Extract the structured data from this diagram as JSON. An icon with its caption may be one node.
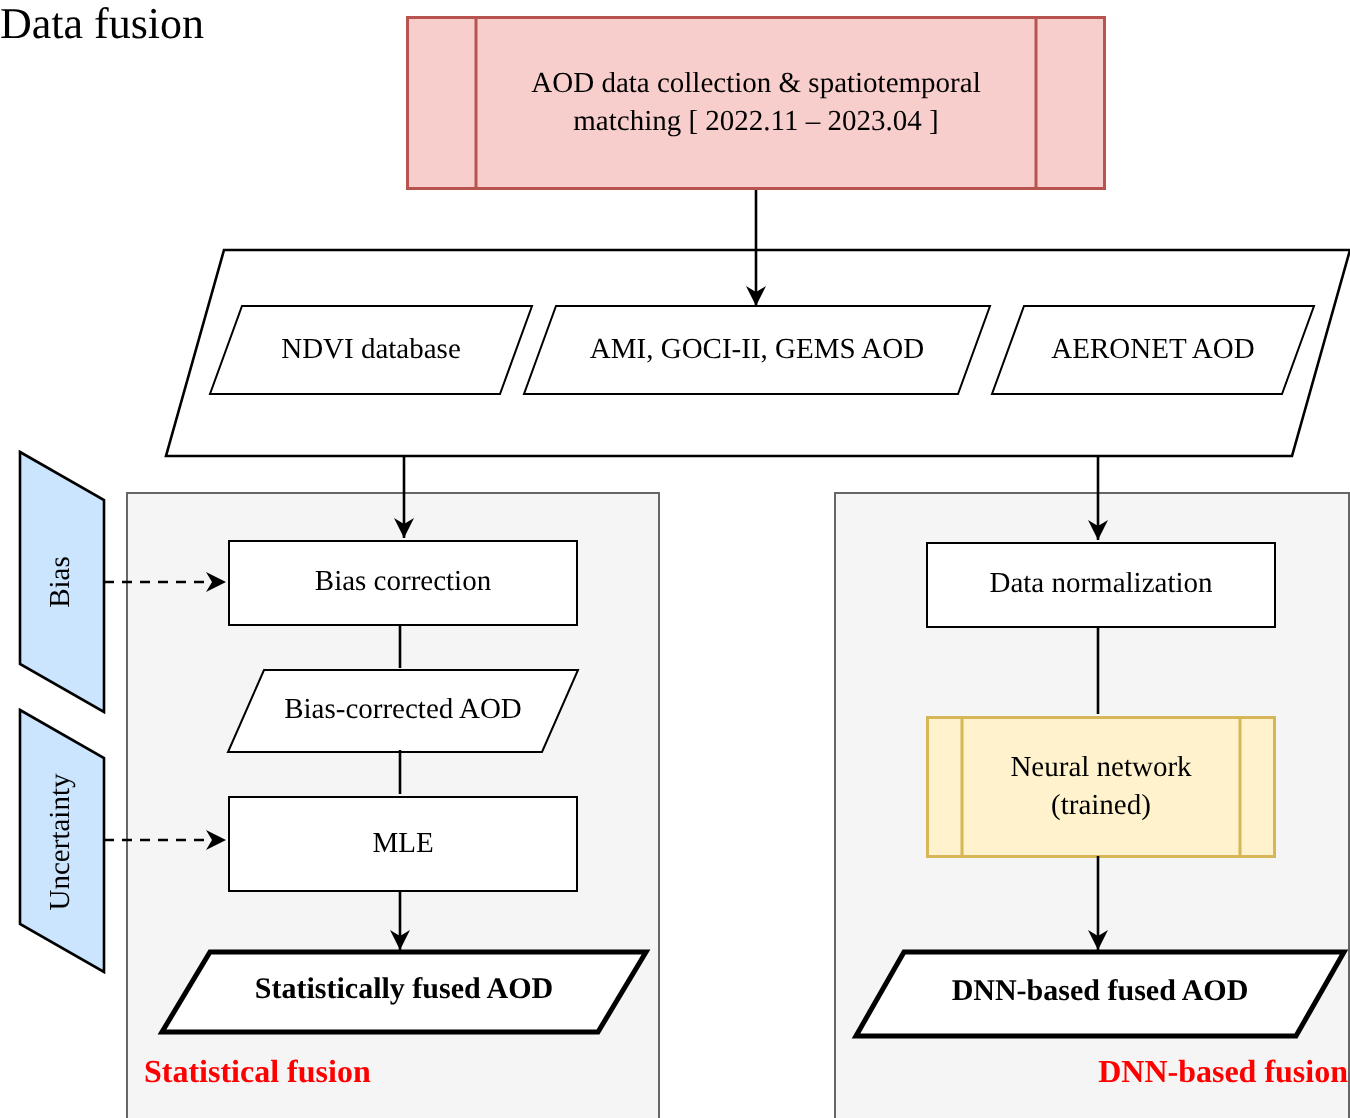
{
  "diagram": {
    "title": "Data fusion",
    "nodes": [
      {
        "text": [
          "AOD data collection & spatiotemporal matching [ 2022.11 – 2023.04 ]"
        ]
      },
      {
        "text": [],
        "shape": "parallelogram"
      },
      {
        "text": [
          "NDVI database"
        ],
        "in": 1
      },
      {
        "text": [
          "AMI, GOCI-II, GEMS AOD"
        ],
        "in": 1
      },
      {
        "text": [
          "AERONET AOD"
        ],
        "in": 1
      },
      {
        "text": [
          "Statistical fusion"
        ]
      },
      {
        "text": [
          "Bias correction"
        ],
        "in": 5
      },
      {
        "text": [
          "Bias-corrected AOD"
        ],
        "in": 5
      },
      {
        "text": [
          "MLE"
        ],
        "in": 5
      },
      {
        "text": [
          "Statistically fused AOD"
        ],
        "in": 5
      },
      {
        "text": [
          "DNN-based fusion"
        ]
      },
      {
        "text": [
          "Data normalization"
        ],
        "in": 10
      },
      {
        "text": [
          "Neural network (trained)"
        ],
        "in": 10
      },
      {
        "text": [
          "DNN-based fused AOD"
        ],
        "in": 10
      },
      {
        "text": [
          "Bias"
        ]
      },
      {
        "text": [
          "Uncertainty"
        ]
      }
    ],
    "edges": [
      {
        "from": 0,
        "to": 3,
        "arrow": "to"
      },
      {
        "from": 1,
        "to": 6,
        "arrow": "to"
      },
      {
        "from": 1,
        "to": 11,
        "arrow": "to"
      },
      {
        "from": 6,
        "to": 7,
        "arrow": "none"
      },
      {
        "from": 7,
        "to": 8,
        "arrow": "none"
      },
      {
        "from": 8,
        "to": 9,
        "arrow": "to"
      },
      {
        "from": 11,
        "to": 12,
        "arrow": "none"
      },
      {
        "from": 12,
        "to": 13,
        "arrow": "to"
      },
      {
        "from": 14,
        "to": 6,
        "arrow": "to",
        "style": "dashed"
      },
      {
        "from": 15,
        "to": 8,
        "arrow": "to",
        "style": "dashed"
      }
    ]
  }
}
